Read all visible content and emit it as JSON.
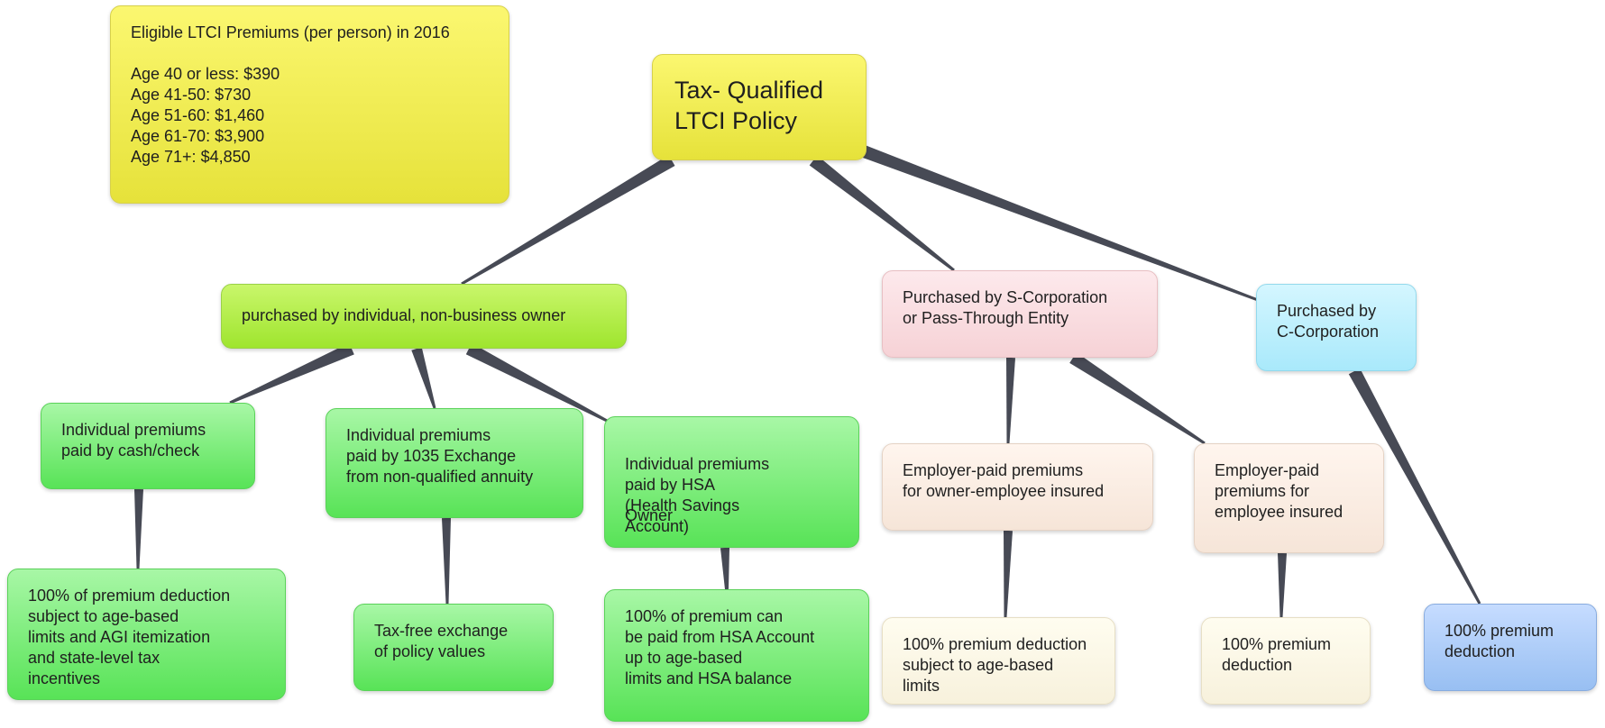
{
  "colors": {
    "connector": "#474a55",
    "yellow": "#f2ef52",
    "lime": "#b5ee4a",
    "green": "#7bed78",
    "pink": "#fbe0e3",
    "cyan": "#bff0fd",
    "peach": "#fbece2",
    "cream": "#fbf7e6",
    "blue": "#b0cff8"
  },
  "nodes": {
    "root": "Tax- Qualified\nLTCI Policy",
    "premium_info": "Eligible LTCI Premiums (per person) in 2016\n\nAge 40 or less: $390\nAge 41-50: $730\nAge 51-60: $1,460\nAge 61-70: $3,900\nAge 71+: $4,850",
    "individual": "purchased by individual, non-business owner",
    "s_corp": "Purchased by S-Corporation\nor Pass-Through Entity",
    "c_corp": "Purchased by\nC-Corporation",
    "cash_check": "Individual premiums\npaid by cash/check",
    "exchange_1035": "Individual premiums\npaid by 1035 Exchange\nfrom non-qualified annuity",
    "hsa": "Individual premiums\npaid by HSA\n(Health Savings\nAccount)",
    "hsa_overlap": "Owner",
    "owner_employee": "Employer-paid premiums\nfor owner-employee insured",
    "employee": "Employer-paid\npremiums for\nemployee insured",
    "cash_result": "100% of premium deduction\nsubject to age-based\nlimits and AGI itemization\nand state-level tax\nincentives",
    "exchange_result": "Tax-free exchange\nof policy values",
    "hsa_result": "100% of premium can\nbe paid from HSA Account\nup to age-based\nlimits and HSA balance",
    "owner_employee_result": "100% premium deduction\nsubject to age-based limits",
    "employee_result": "100% premium\ndeduction",
    "c_corp_result": "100% premium\ndeduction"
  }
}
